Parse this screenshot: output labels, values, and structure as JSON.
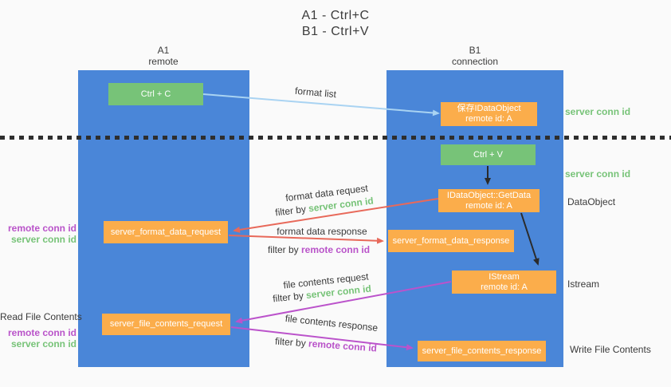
{
  "title": {
    "line1": "A1 - Ctrl+C",
    "line2": "B1 - Ctrl+V"
  },
  "columns": {
    "left": {
      "name": "A1",
      "role": "remote"
    },
    "right": {
      "name": "B1",
      "role": "connection"
    }
  },
  "boxes": {
    "ctrl_c": "Ctrl + C",
    "ctrl_v": "Ctrl + V",
    "save_idataobject": {
      "line1": "保存IDataObject",
      "line2": "remote id: A"
    },
    "getdata": {
      "line1": "IDataObject::GetData",
      "line2": "remote id: A"
    },
    "istream": {
      "line1": "IStream",
      "line2": "remote id: A"
    },
    "format_request": "server_format_data_request",
    "format_response": "server_format_data_response",
    "file_request": "server_file_contents_request",
    "file_response": "server_file_contents_response"
  },
  "labels": {
    "format_list": "format list",
    "format_data_request": "format data request",
    "format_data_response": "format data response",
    "file_contents_request": "file contents request",
    "file_contents_response": "file contents response",
    "filter_by": "filter by",
    "server_conn_id": "server conn id",
    "remote_conn_id": "remote conn id",
    "read_file_contents": "Read File Contents",
    "write_file_contents": "Write File Contents",
    "dataobject": "DataObject",
    "istream_side": "Istream"
  },
  "colors": {
    "column_blue": "#4a86d8",
    "box_green": "#77c378",
    "box_orange": "#fbad4b",
    "arrow_lightblue": "#a9d3f2",
    "arrow_red": "#e8695a",
    "arrow_purple": "#bb53cb",
    "arrow_black": "#2b2b2b",
    "text_green": "#77c378",
    "text_purple": "#b953c9",
    "background": "#fafafa"
  }
}
